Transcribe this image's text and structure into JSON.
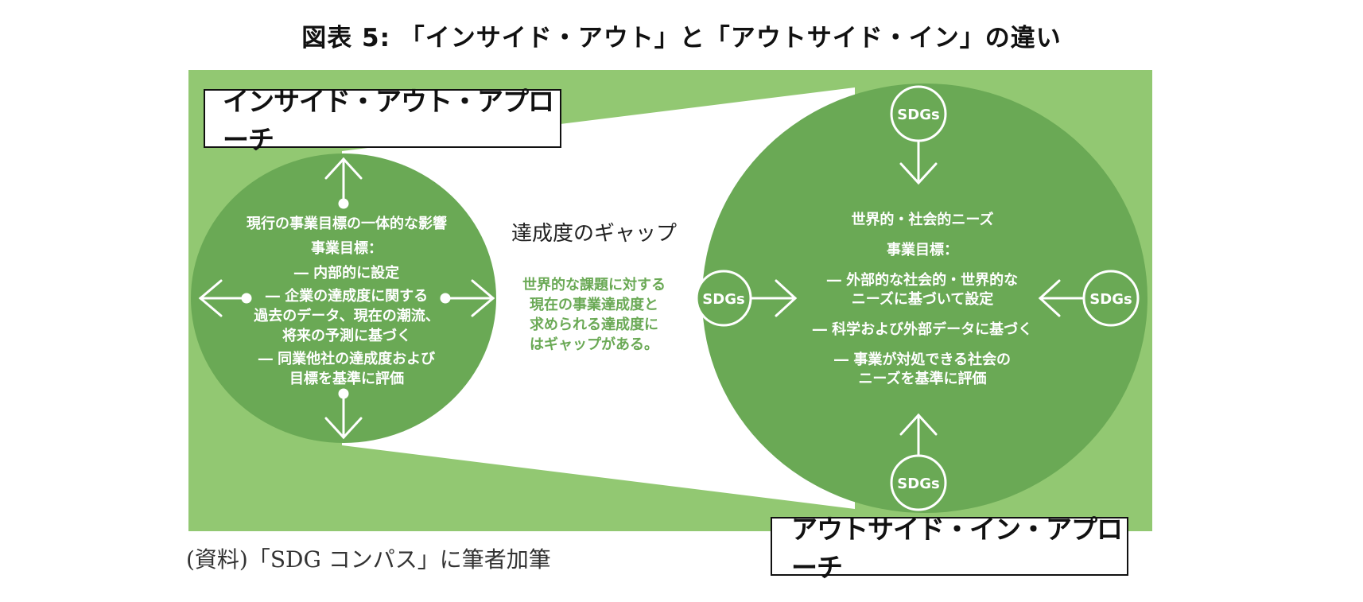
{
  "title": "図表 5: 「インサイド・アウト」と「アウトサイド・イン」の違い",
  "inside_out": {
    "label": "インサイド・アウト・アプローチ",
    "lines": [
      "現行の事業目標の一体的な影響",
      "事業目標：",
      "― 内部的に設定",
      "― 企業の達成度に関する",
      "過去のデータ、現在の潮流、",
      "将来の予測に基づく",
      "― 同業他社の達成度および",
      "目標を基準に評価"
    ]
  },
  "gap": {
    "title": "達成度のギャップ",
    "lines": [
      "世界的な課題に対する",
      "現在の事業達成度と",
      "求められる達成度に",
      "はギャップがある。"
    ]
  },
  "outside_in": {
    "label": "アウトサイド・イン・アプローチ",
    "lines": [
      "世界的・社会的ニーズ",
      "事業目標：",
      "― 外部的な社会的・世界的な",
      "ニーズに基づいて設定",
      "― 科学および外部データに基づく",
      "― 事業が対処できる社会の",
      "ニーズを基準に評価"
    ],
    "sdgs_top": "SDGs",
    "sdgs_left": "SDGs",
    "sdgs_right": "SDGs",
    "sdgs_bottom": "SDGs"
  },
  "source": "(資料)「SDG コンパス」に筆者加筆",
  "colors": {
    "light_green": "#92c872",
    "dark_green": "#6aa955",
    "gap_text": "#6aa955",
    "white": "#ffffff"
  }
}
